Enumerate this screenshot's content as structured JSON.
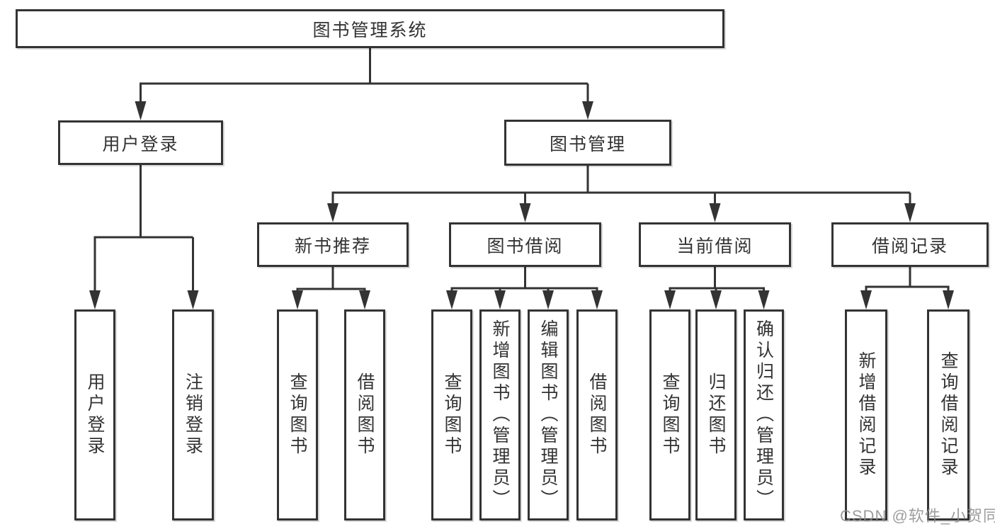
{
  "diagram": {
    "root": {
      "label": "图书管理系统"
    },
    "branches": [
      {
        "label": "用户登录",
        "children": [
          "用户登录",
          "注销登录"
        ]
      },
      {
        "label": "图书管理",
        "sub_branches": [
          {
            "label": "新书推荐",
            "children": [
              "查询图书",
              "借阅图书"
            ]
          },
          {
            "label": "图书借阅",
            "children": [
              "查询图书",
              "新增图书（管理员）",
              "编辑图书（管理员）",
              "借阅图书"
            ]
          },
          {
            "label": "当前借阅",
            "children": [
              "查询图书",
              "归还图书",
              "确认归还（管理员）"
            ]
          },
          {
            "label": "借阅记录",
            "children": [
              "新增借阅记录",
              "查询借阅记录"
            ]
          }
        ]
      }
    ],
    "line_color": "#333333",
    "box_background": "#ffffff",
    "text_color": "#333333"
  },
  "watermark": {
    "text": "CSDN @软件_小贺同学"
  }
}
